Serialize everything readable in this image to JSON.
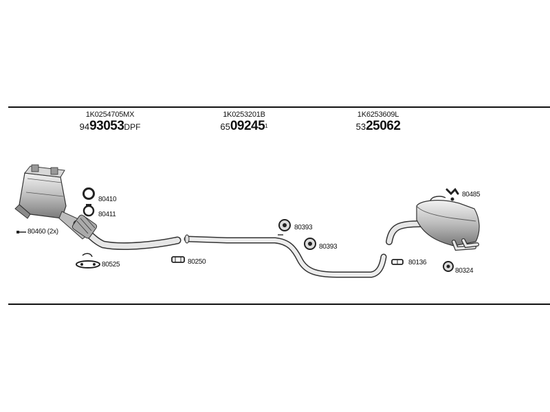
{
  "header": [
    {
      "part_number": "1K0254705MX",
      "prefix": "94",
      "main": "93053",
      "suffix": "DPF"
    },
    {
      "part_number": "1K0253201B",
      "prefix": "65",
      "main": "09245",
      "suffix": "1"
    },
    {
      "part_number": "1K6253609L",
      "prefix": "53",
      "main": "25062",
      "suffix": ""
    }
  ],
  "labels": {
    "c80410": "80410",
    "c80411": "80411",
    "c80460": "80460 (2x)",
    "c80525": "80525",
    "c80250": "80250",
    "c80393a": "80393",
    "c80393b": "80393",
    "c80485": "80485",
    "c80136": "80136",
    "c80324": "80324"
  }
}
